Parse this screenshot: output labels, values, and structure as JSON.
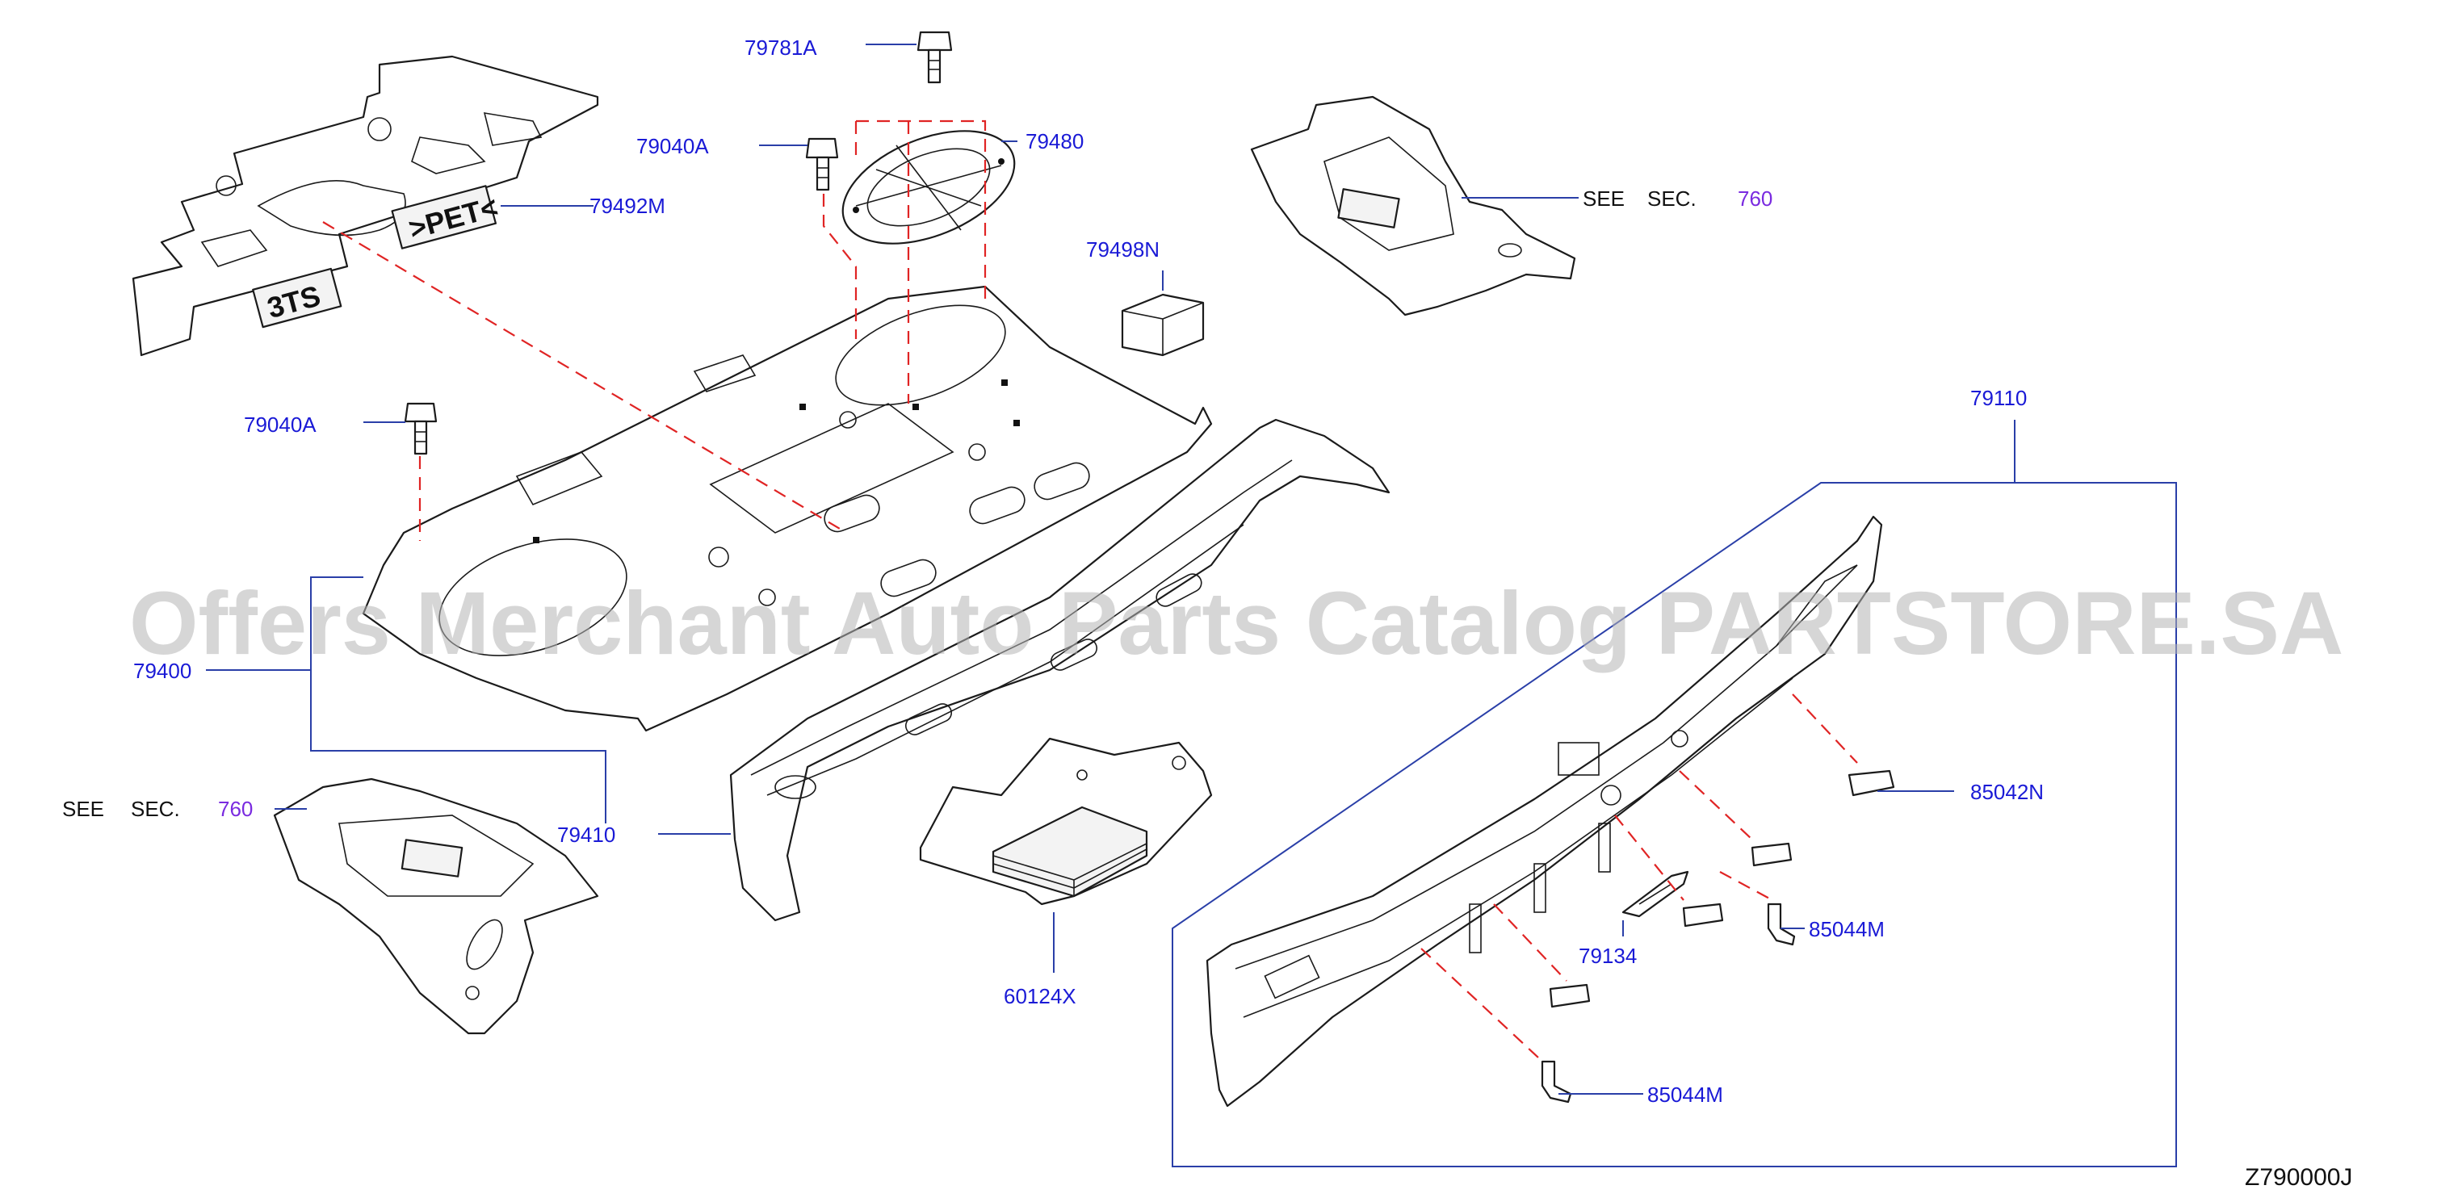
{
  "labels": {
    "p79781A": "79781A",
    "p79480": "79480",
    "p79040A_top": "79040A",
    "p79492M": "79492M",
    "p79498N": "79498N",
    "p79040A_left": "79040A",
    "p79400": "79400",
    "p79410": "79410",
    "p60124X": "60124X",
    "p79110": "79110",
    "p85042N": "85042N",
    "p85044M_right": "85044M",
    "p79134": "79134",
    "p85044M_bottom": "85044M"
  },
  "see_sec_right": {
    "see": "SEE",
    "sec": "SEC.",
    "num": "760"
  },
  "see_sec_left": {
    "see": "SEE",
    "sec": "SEC.",
    "num": "760"
  },
  "mat_markings": {
    "pet": ">PET<",
    "sts": "3TS"
  },
  "diagram_code": "Z790000J",
  "watermark": "Offers Merchant Auto Parts Catalog PARTSTORE.SA",
  "colors": {
    "label": "#1a1ad6",
    "section_number": "#7a2be0",
    "leader": "#2a3fa8",
    "dashed": "#e02424",
    "outline": "#1b1b1b"
  }
}
